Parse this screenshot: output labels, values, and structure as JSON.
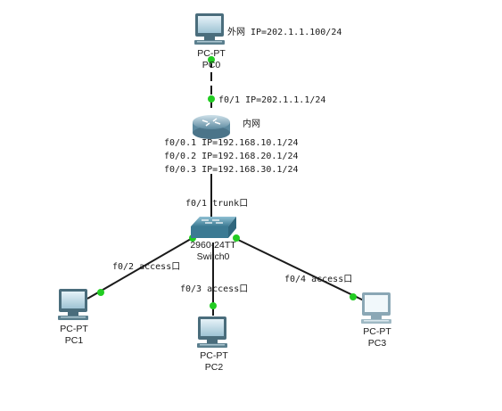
{
  "devices": {
    "pc0": {
      "type": "PC-PT",
      "name": "PC0"
    },
    "router": {
      "name": "内网"
    },
    "switch": {
      "model": "2960-24TT",
      "name": "Switch0"
    },
    "pc1": {
      "type": "PC-PT",
      "name": "PC1"
    },
    "pc2": {
      "type": "PC-PT",
      "name": "PC2"
    },
    "pc3": {
      "type": "PC-PT",
      "name": "PC3"
    }
  },
  "labels": {
    "pc0_ip": "外网 IP=202.1.1.100/24",
    "router_f01": "f0/1 IP=202.1.1.1/24",
    "sub1": "f0/0.1 IP=192.168.10.1/24",
    "sub2": "f0/0.2 IP=192.168.20.1/24",
    "sub3": "f0/0.3 IP=192.168.30.1/24",
    "trunk": "f0/1 trunk口",
    "p2": "f0/2 access口",
    "p3": "f0/3 access口",
    "p4": "f0/4 access口"
  },
  "colors": {
    "link": "#1a1a1a",
    "link_up_dot": "#22cc22",
    "pc_frame": "#4a6d7c",
    "pc3_frame": "#8aa7b5",
    "switch_body": "#4f8ea6"
  }
}
